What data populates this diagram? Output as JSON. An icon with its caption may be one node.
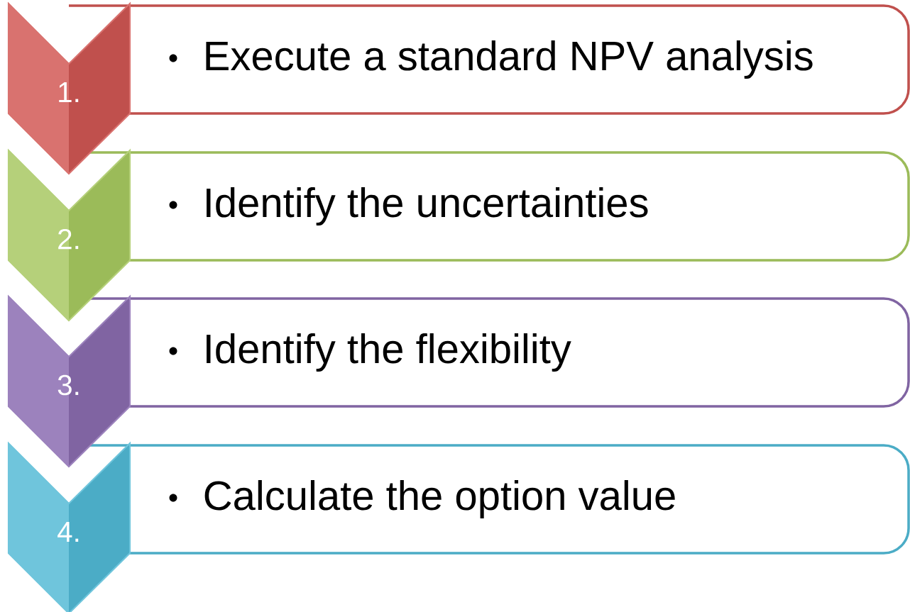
{
  "diagram": {
    "nodes": [
      {
        "text": [
          "1."
        ]
      },
      {
        "text": [
          "Execute a standard NPV analysis"
        ]
      },
      {
        "text": [
          "2."
        ]
      },
      {
        "text": [
          "Identify the uncertainties"
        ]
      },
      {
        "text": [
          "3."
        ]
      },
      {
        "text": [
          "Identify the flexibility"
        ]
      },
      {
        "text": [
          "4."
        ]
      },
      {
        "text": [
          "Calculate the option value"
        ]
      }
    ]
  }
}
